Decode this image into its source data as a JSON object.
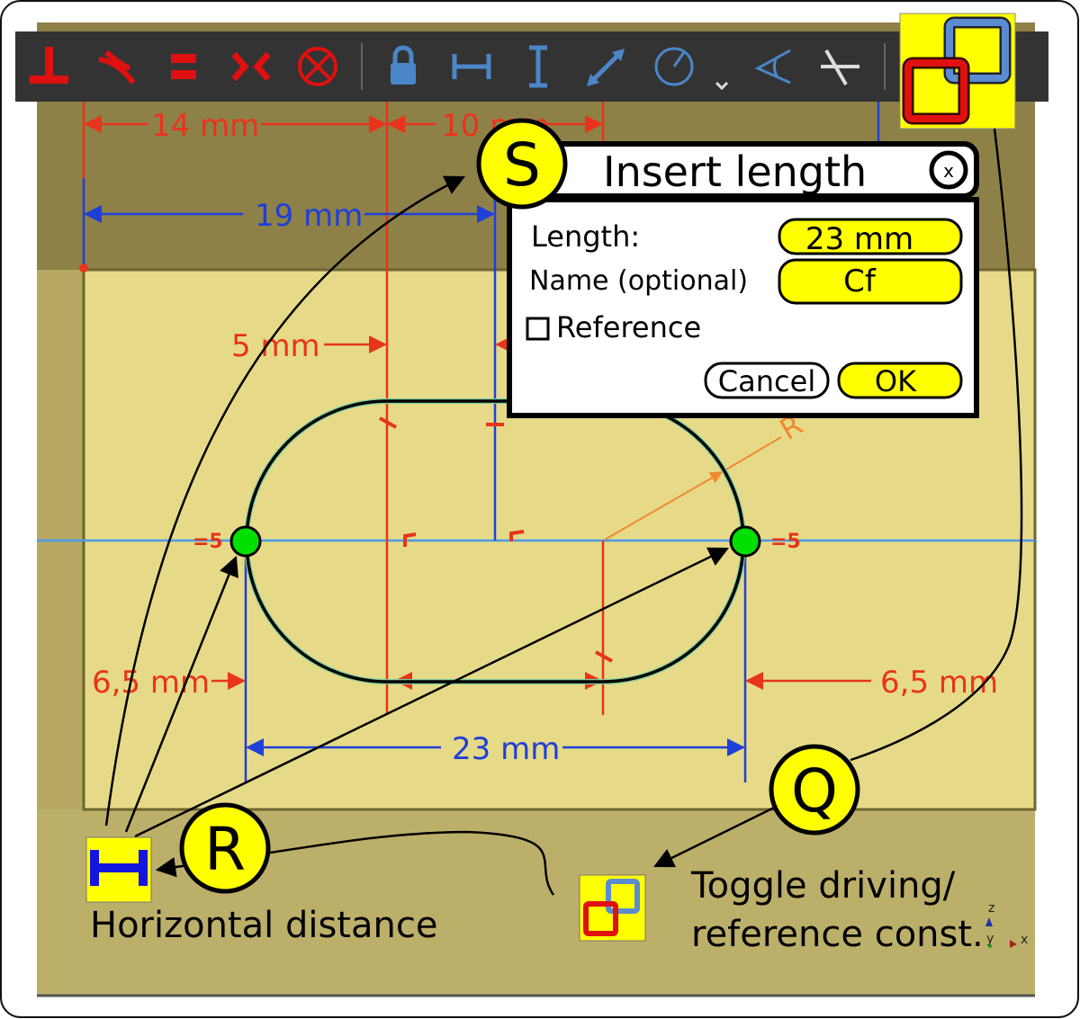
{
  "toolbar": {
    "icons": [
      "constrain-perpendicular",
      "constrain-tangent",
      "constrain-equal",
      "constrain-symmetric",
      "constrain-block",
      "constrain-lock",
      "constrain-horizontal-distance",
      "constrain-vertical-distance",
      "constrain-distance",
      "constrain-radius",
      "constrain-angle",
      "constrain-snell",
      "toggle-driving-reference"
    ]
  },
  "dimensions": {
    "d14": "14 mm",
    "d10": "10 mm",
    "d19": "19 mm",
    "d5": "5 mm",
    "d65_left": "6,5 mm",
    "d65_right": "6,5 mm",
    "d23": "23 mm",
    "radius": "R",
    "equal_marker": "=5"
  },
  "dialog": {
    "title": "Insert length",
    "close": "x",
    "length_label": "Length:",
    "length_value": "23 mm",
    "name_label": "Name (optional)",
    "name_value": "Cf",
    "reference_label": "Reference",
    "cancel": "Cancel",
    "ok": "OK"
  },
  "callouts": {
    "s": "S",
    "r": "R",
    "q": "Q",
    "horizontal_caption": "Horizontal distance",
    "toggle_caption_line1": "Toggle driving/",
    "toggle_caption_line2": "reference const."
  },
  "axes": {
    "z": "z",
    "y": "y",
    "x": "x"
  },
  "colors": {
    "constraint_red": "#e8341c",
    "dimension_blue": "#1f3fd8",
    "highlight_yellow": "#ffff00",
    "toolbar": "#333333"
  }
}
